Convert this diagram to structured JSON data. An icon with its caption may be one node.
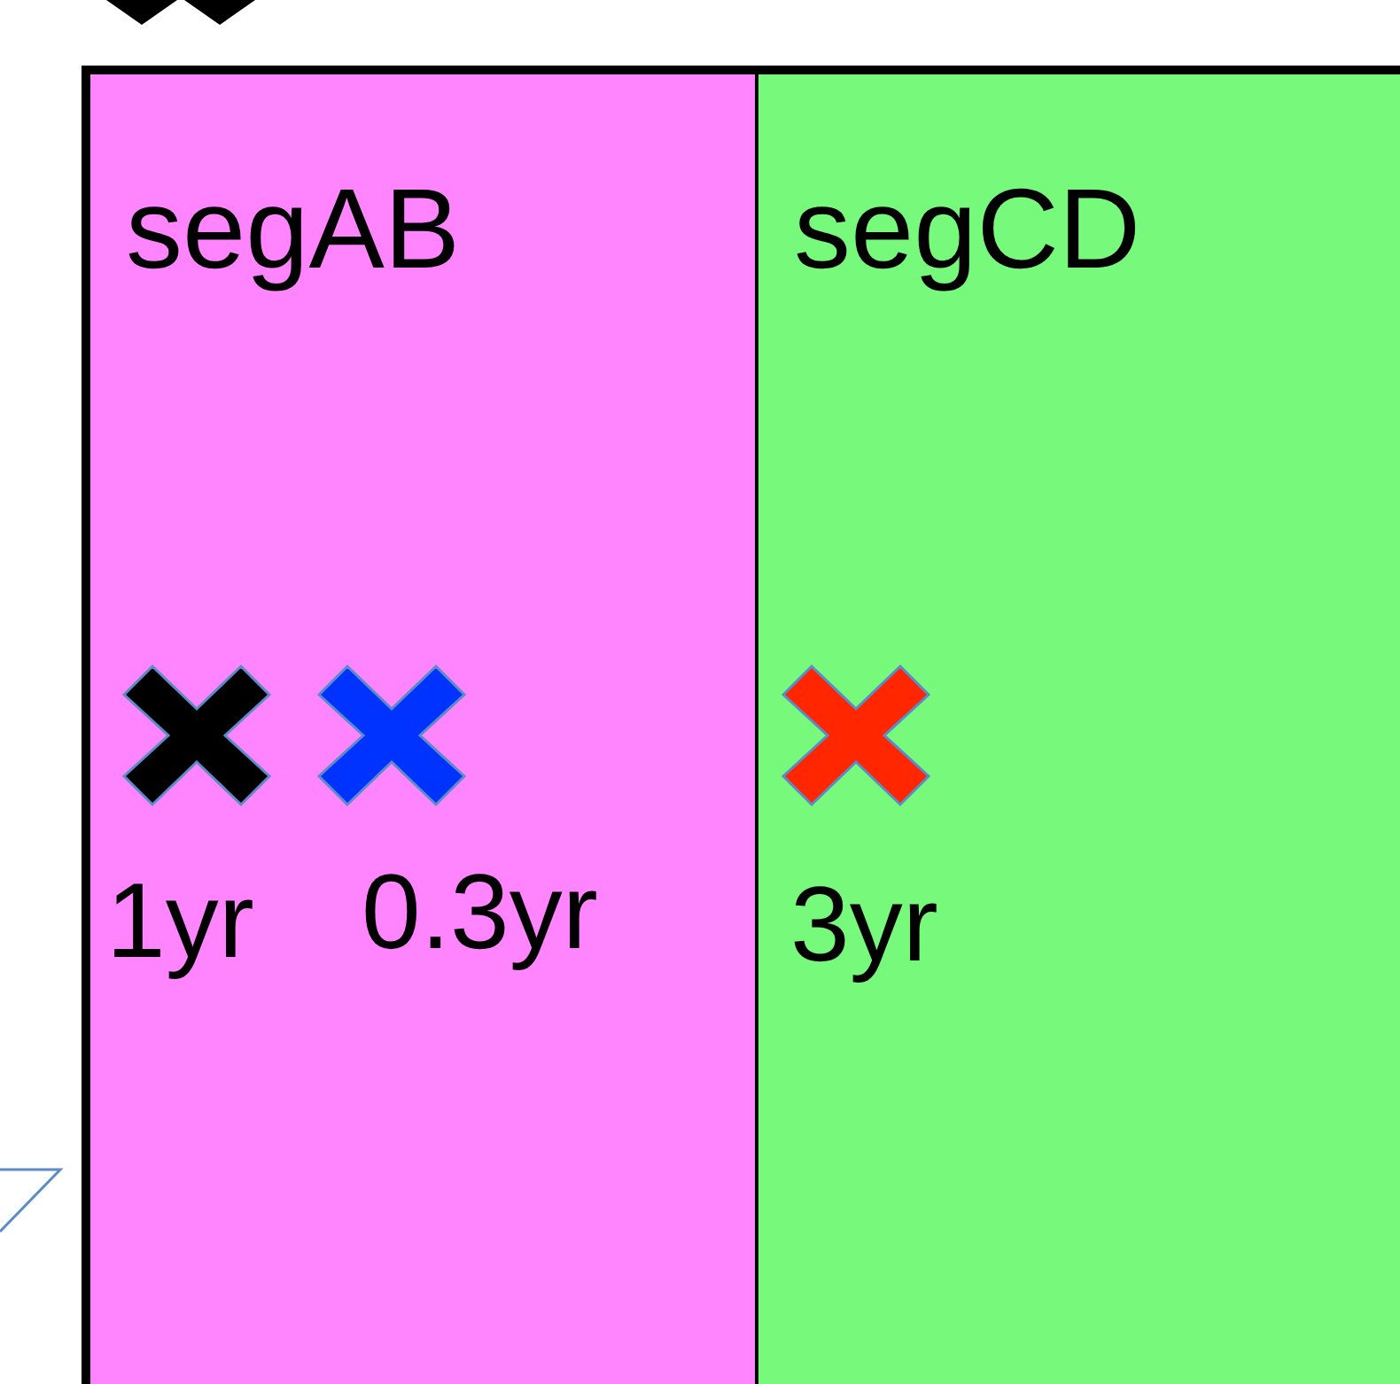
{
  "diagram": {
    "nodes": [
      {
        "text": [],
        "shape": "box"
      },
      {
        "text": [
          "segAB"
        ],
        "in": 0
      },
      {
        "text": [
          "segCD"
        ],
        "in": 0
      }
    ],
    "labels": [
      "1yr",
      "0.3yr",
      "3yr"
    ]
  }
}
